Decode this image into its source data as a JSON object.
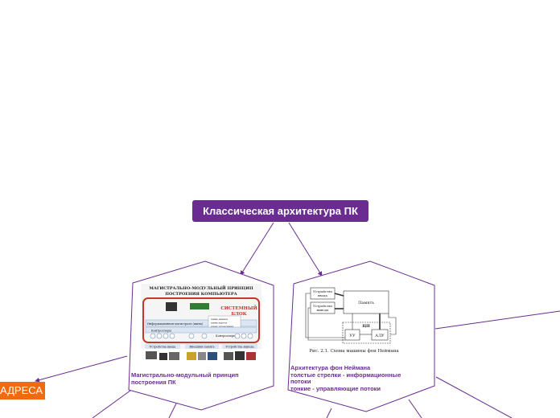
{
  "root": {
    "title": "Классическая архитектура ПК"
  },
  "left_node": {
    "caption_line1": "Магистрально-модульный принцип",
    "caption_line2": "построения ПК",
    "image": {
      "title_line1": "МАГИСТРАЛЬНО-МОДУЛЬНЫЙ ПРИНЦИП",
      "title_line2": "ПОСТРОЕНИЯ КОМПЬЮТЕРА",
      "system_block_line1": "СИСТЕМНЫЙ",
      "system_block_line2": "БЛОК",
      "bus_label": "Информационная магистраль (шина)",
      "controllers_label": "Контроллеры",
      "bus_items": [
        "шина данных",
        "шина адреса",
        "шина управления"
      ],
      "group_input": "Устройства ввода",
      "group_storage": "Внешняя память",
      "group_output": "Устройства вывода"
    }
  },
  "right_node": {
    "caption_line1": "Архитектура фон Неймана",
    "caption_line2": "толстые стрелки - информационные",
    "caption_line3": "потоки",
    "caption_line4": "тонкие - управляющие потоки",
    "image": {
      "input_device_line1": "Устройство",
      "input_device_line2": "ввода",
      "output_device_line1": "Устройство",
      "output_device_line2": "вывода",
      "memory": "Память",
      "cpu": "ЦП",
      "control_unit": "УУ",
      "alu": "АЛУ",
      "figure_caption": "Рис. 2.1. Схема машины фон Неймана"
    }
  },
  "address_node": {
    "label": "АДРЕСА"
  },
  "colors": {
    "accent": "#6a2c91",
    "address": "#f06a0f",
    "system_block": "#c0392b",
    "bus": "#dbe6f4"
  }
}
